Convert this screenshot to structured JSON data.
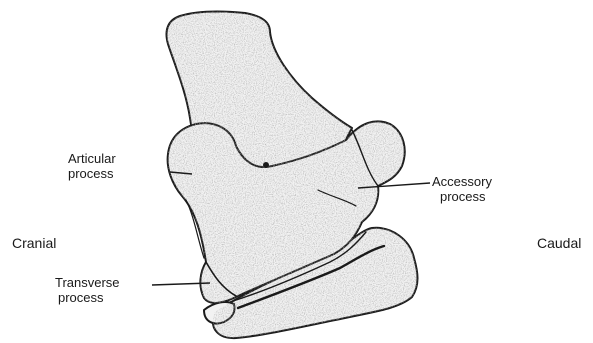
{
  "labels": {
    "articular": [
      "Articular",
      "process"
    ],
    "accessory": [
      "Accessory",
      "process"
    ],
    "transverse": [
      "Transverse",
      "process"
    ],
    "cranial": "Cranial",
    "caudal": "Caudal"
  },
  "colors": {
    "ink": "#1a1a1a",
    "bone_fill": "#f2f2f2",
    "shade": "#8a8a8a"
  }
}
